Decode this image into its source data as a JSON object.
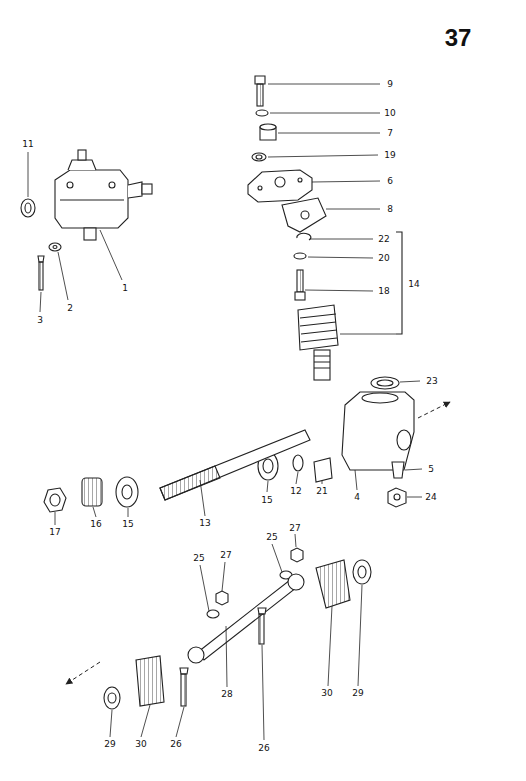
{
  "diagram": {
    "labels": [
      "37",
      "9",
      "10",
      "7",
      "19",
      "6",
      "8",
      "22",
      "20",
      "14",
      "18",
      "11",
      "1",
      "2",
      "3",
      "23",
      "5",
      "24",
      "15",
      "12",
      "21",
      "4",
      "13",
      "15",
      "16",
      "17",
      "27",
      "25",
      "27",
      "25",
      "30",
      "29",
      "28",
      "26",
      "29",
      "30",
      "26"
    ]
  }
}
